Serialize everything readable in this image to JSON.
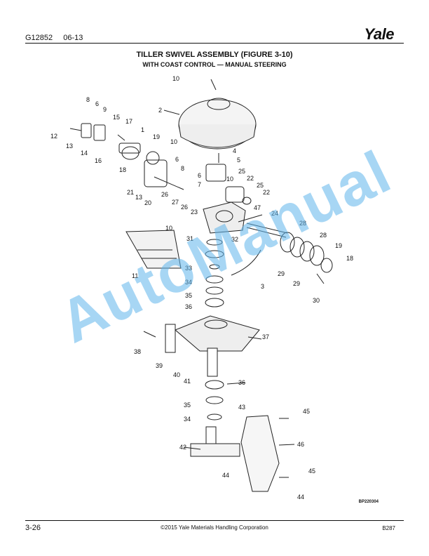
{
  "header": {
    "doc_id": "G12852",
    "date": "06-13",
    "brand": "Yale"
  },
  "title": "TILLER SWIVEL ASSEMBLY (FIGURE 3-10)",
  "subtitle": "WITH COAST CONTROL — MANUAL STEERING",
  "callouts": [
    "10",
    "2",
    "8",
    "6",
    "9",
    "15",
    "17",
    "1",
    "19",
    "12",
    "13",
    "14",
    "16",
    "18",
    "10",
    "6",
    "8",
    "4",
    "5",
    "6",
    "7",
    "10",
    "25",
    "22",
    "25",
    "22",
    "21",
    "13",
    "20",
    "26",
    "27",
    "26",
    "23",
    "47",
    "24",
    "10",
    "28",
    "28",
    "31",
    "32",
    "19",
    "18",
    "11",
    "33",
    "3",
    "29",
    "29",
    "34",
    "35",
    "36",
    "30",
    "37",
    "38",
    "39",
    "40",
    "41",
    "36",
    "35",
    "43",
    "45",
    "34",
    "42",
    "46",
    "44",
    "45",
    "44"
  ],
  "ref_code": "BP220304",
  "watermark": "AutoManual",
  "footer": {
    "page": "3-26",
    "copyright": "©2015 Yale Materials Handling Corporation",
    "code": "B287"
  }
}
